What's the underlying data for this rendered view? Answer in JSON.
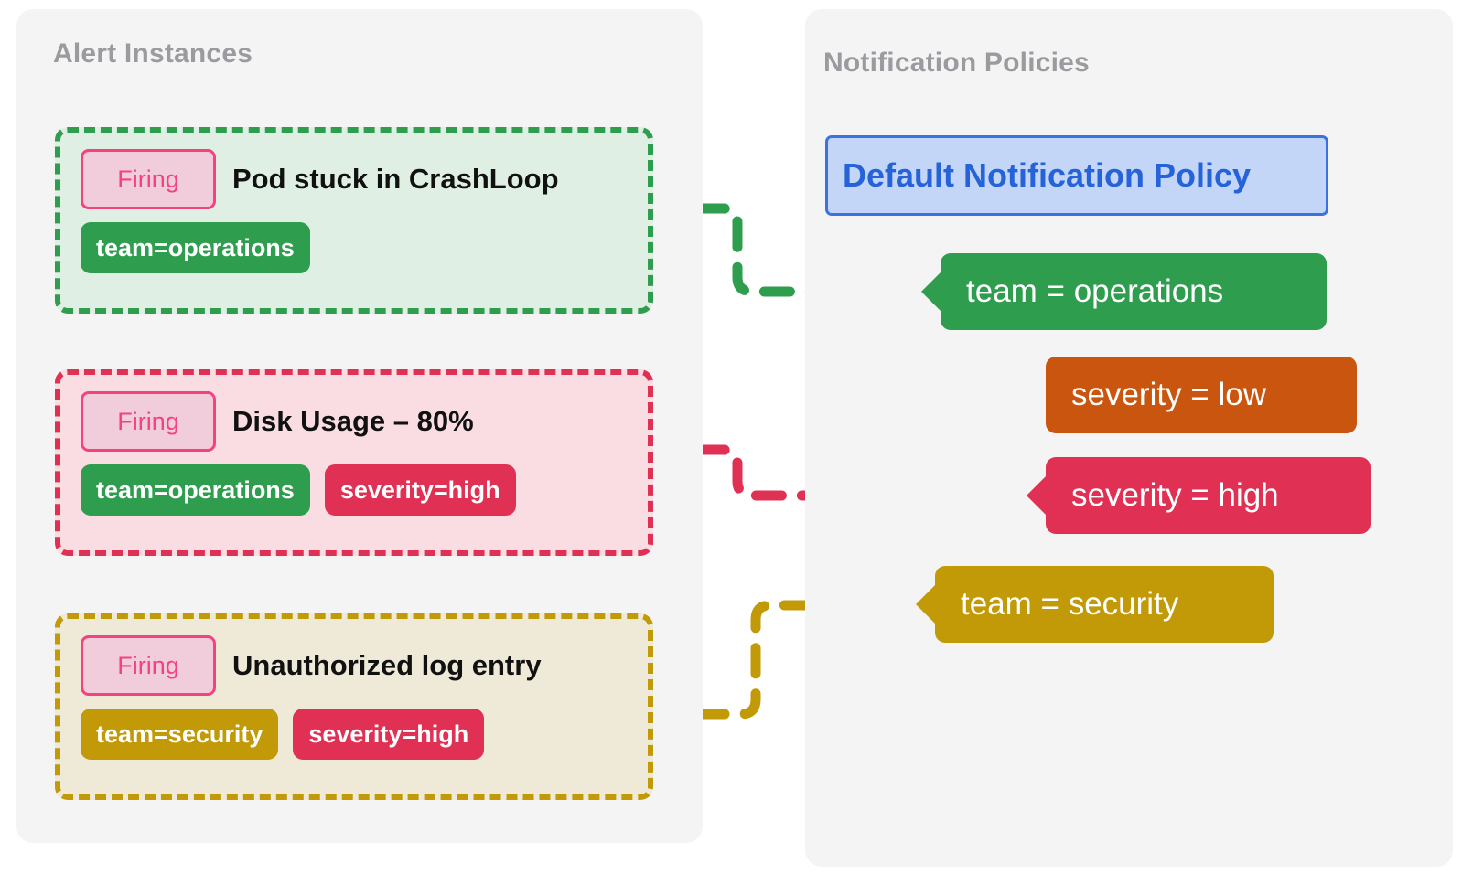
{
  "panels": {
    "alerts": {
      "title": "Alert Instances"
    },
    "policies": {
      "title": "Notification Policies"
    }
  },
  "alert_instances": [
    {
      "state": "Firing",
      "name": "Pod stuck in CrashLoop",
      "accent_color": "#2e9e4e",
      "background_color": "#e0efe3",
      "labels": [
        {
          "text": "team=operations",
          "color": "#2e9e4e"
        }
      ]
    },
    {
      "state": "Firing",
      "name": "Disk Usage – 80%",
      "accent_color": "#e03054",
      "background_color": "#f9dde2",
      "labels": [
        {
          "text": "team=operations",
          "color": "#2e9e4e"
        },
        {
          "text": "severity=high",
          "color": "#e03054"
        }
      ]
    },
    {
      "state": "Firing",
      "name": "Unauthorized log entry",
      "accent_color": "#c29a08",
      "background_color": "#eeead7",
      "labels": [
        {
          "text": "team=security",
          "color": "#c29a08"
        },
        {
          "text": "severity=high",
          "color": "#e03054"
        }
      ]
    }
  ],
  "notification_policies": {
    "root": {
      "label": "Default Notification Policy",
      "color": "#2663d8",
      "background_color": "#c3d6f7"
    },
    "matchers": [
      {
        "label": "team = operations",
        "color": "#2e9e4e",
        "matched": true,
        "depth": 1
      },
      {
        "label": "severity = low",
        "color": "#c9550f",
        "matched": false,
        "depth": 2
      },
      {
        "label": "severity = high",
        "color": "#e03054",
        "matched": true,
        "depth": 2
      },
      {
        "label": "team = security",
        "color": "#c29a08",
        "matched": true,
        "depth": 1
      }
    ]
  },
  "connections": [
    {
      "from_alert": 0,
      "to_matcher": "team = operations",
      "color": "#2e9e4e"
    },
    {
      "from_alert": 1,
      "to_matcher": "severity = high",
      "color": "#e03054"
    },
    {
      "from_alert": 2,
      "to_matcher": "team = security",
      "color": "#c29a08"
    }
  ],
  "badge": {
    "firing_label": "Firing",
    "text_color": "#f5427f",
    "background_color": "#f1cddb"
  },
  "tree_line_color": "#a0a0a3"
}
